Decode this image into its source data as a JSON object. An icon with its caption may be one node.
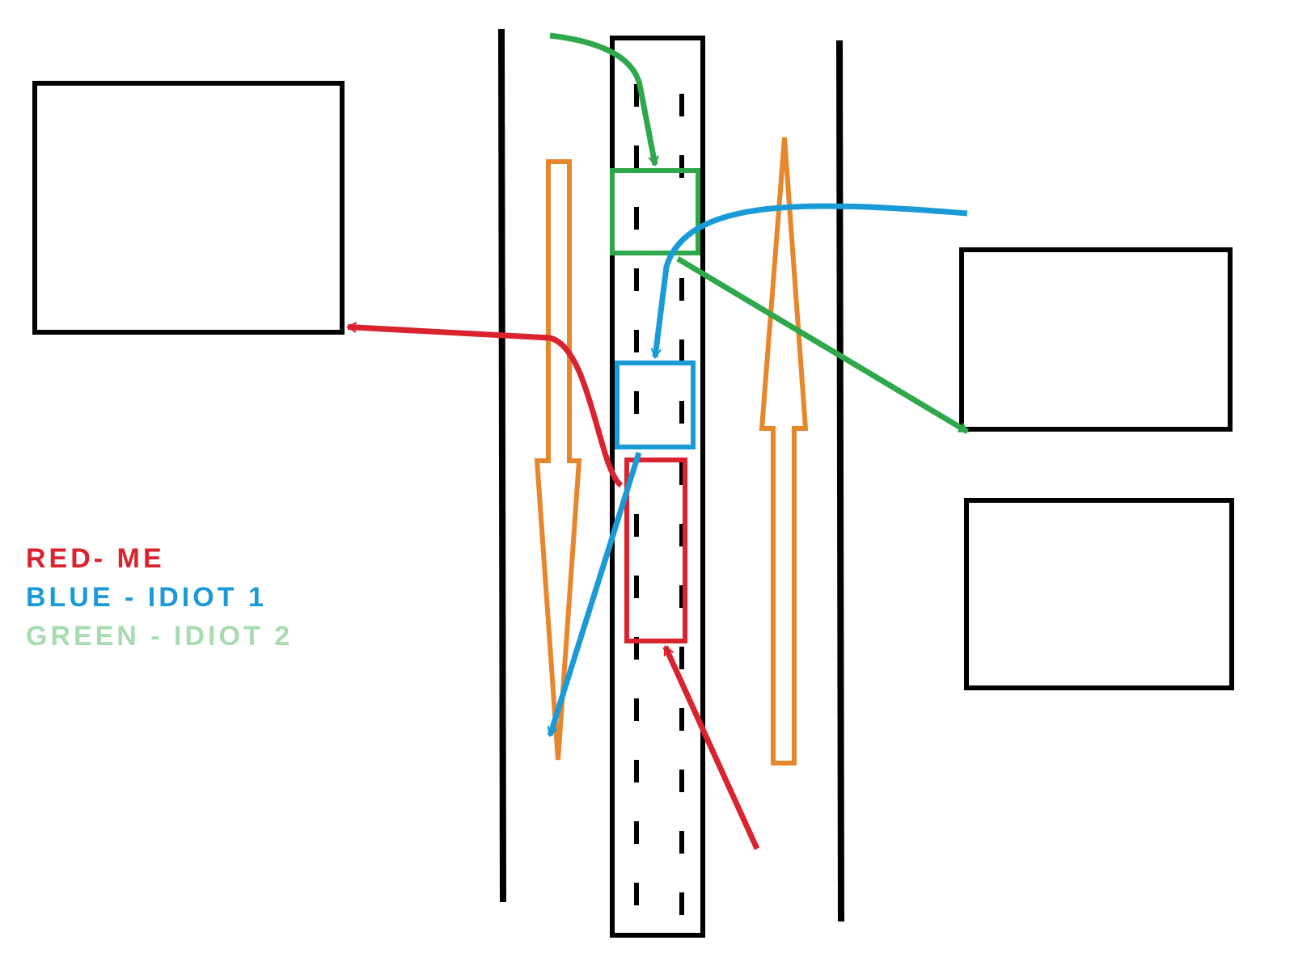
{
  "diagram": {
    "nodes": [
      {
        "text": [],
        "shape": "box"
      },
      {
        "text": [],
        "shape": "box"
      },
      {
        "text": [],
        "shape": "box"
      },
      {
        "text": [],
        "shape": "box"
      },
      {
        "text": [],
        "shape": "box",
        "in": 3
      },
      {
        "text": [],
        "shape": "box",
        "in": 3
      },
      {
        "text": [],
        "shape": "box",
        "in": 3
      }
    ],
    "edges": [
      {
        "from": null,
        "to": 4,
        "arrow": "to",
        "color": "#2ea84a"
      },
      {
        "from": 4,
        "to": 1,
        "arrow": "to",
        "color": "#2ea84a"
      },
      {
        "from": null,
        "to": 5,
        "arrow": "to",
        "color": "#1a9bd7"
      },
      {
        "from": 5,
        "to": null,
        "arrow": "to",
        "color": "#1a9bd7"
      },
      {
        "from": null,
        "to": 6,
        "arrow": "to",
        "color": "#d9232e"
      },
      {
        "from": 6,
        "to": 0,
        "arrow": "to",
        "color": "#d9232e"
      }
    ],
    "legend": [
      {
        "text": "RED- ME",
        "color": "#d9232e"
      },
      {
        "text": "BLUE - IDIOT 1",
        "color": "#1a9bd7"
      },
      {
        "text": "GREEN - IDIOT 2",
        "color": "#a8dcb0"
      }
    ]
  }
}
